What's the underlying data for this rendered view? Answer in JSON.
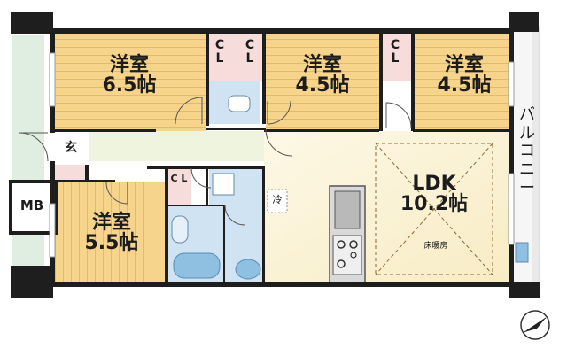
{
  "rooms": {
    "bedroom_1": {
      "name": "洋室",
      "size": "6.5帖"
    },
    "bedroom_2": {
      "name": "洋室",
      "size": "4.5帖"
    },
    "bedroom_3": {
      "name": "洋室",
      "size": "4.5帖"
    },
    "bedroom_4": {
      "name": "洋室",
      "size": "5.5帖"
    },
    "ldk": {
      "name": "LDK",
      "size": "10.2帖",
      "note": "床暖房"
    }
  },
  "closet_label": "CL",
  "closet_label_short": "C L",
  "entrance_label": "玄",
  "meter_box_label": "MB",
  "balcony_label": "バルコニー",
  "fridge_label": "冷",
  "colors": {
    "bedroom": "#f7d48c",
    "ldk": "#fbf2d6",
    "wet_area": "#cfe3f3",
    "corridor": "#edf3dc",
    "closet": "#f7dcdc",
    "wall": "#1e1e1e"
  }
}
